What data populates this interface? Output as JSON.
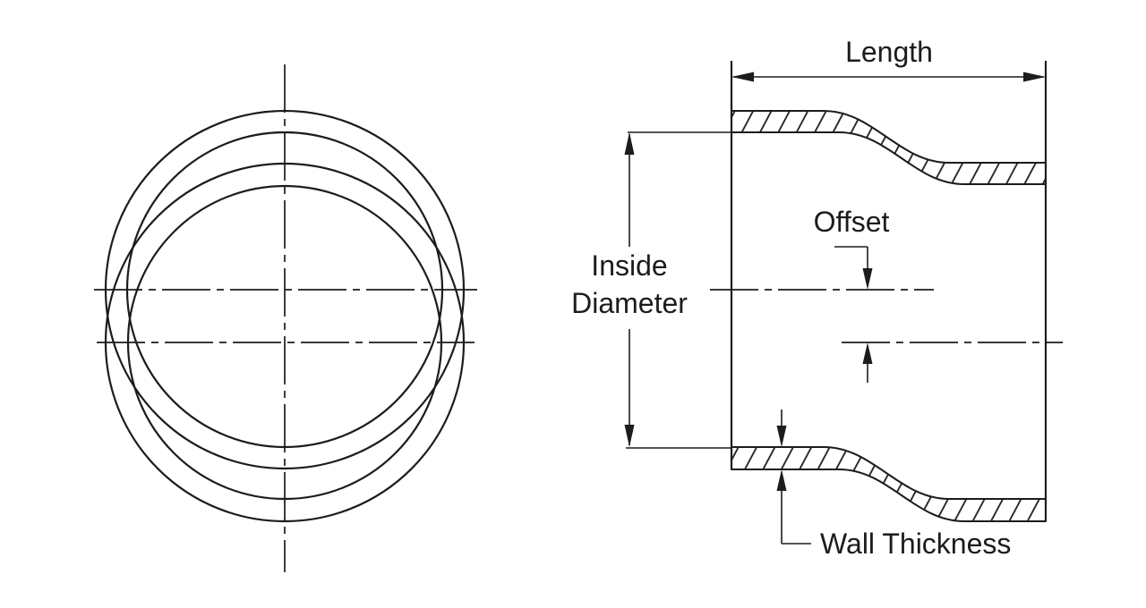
{
  "page": {
    "background": "#ffffff",
    "line_color": "#1c1c1c"
  },
  "drawing": {
    "description": "Offset hose coupler technical dimension diagram, front view and cross-section view",
    "labels": {
      "length": "Length",
      "inside_diameter_line1": "Inside",
      "inside_diameter_line2": "Diameter",
      "offset": "Offset",
      "wall_thickness": "Wall Thickness"
    }
  }
}
